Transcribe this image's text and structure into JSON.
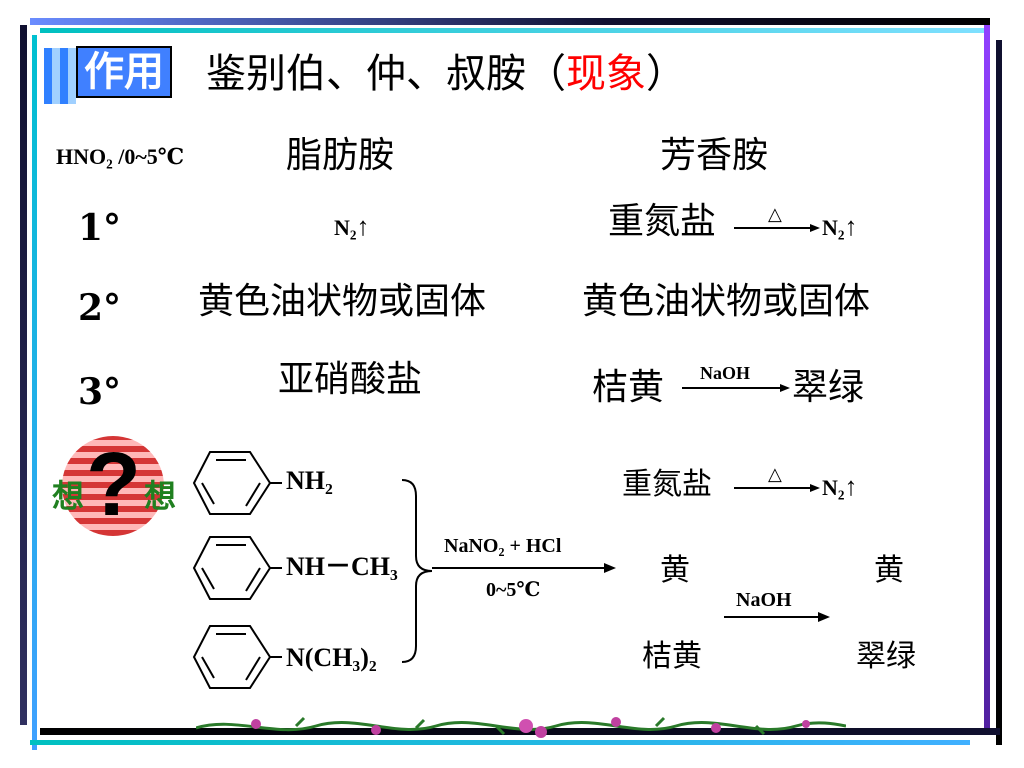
{
  "header": {
    "badge": "作用",
    "title_prefix": "鉴别伯、仲、叔胺（",
    "title_highlight": "现象",
    "title_suffix": "）"
  },
  "table": {
    "reagent": "HNO₂ /0~5℃",
    "col_aliphatic": "脂肪胺",
    "col_aromatic": "芳香胺",
    "rows": [
      {
        "label": "1°",
        "aliphatic": "N₂",
        "aromatic_start": "重氮盐",
        "aromatic_cond": "△",
        "aromatic_end": "N₂"
      },
      {
        "label": "2°",
        "aliphatic": "黄色油状物或固体",
        "aromatic": "黄色油状物或固体"
      },
      {
        "label": "3°",
        "aliphatic": "亚硝酸盐",
        "aromatic_start": "桔黄",
        "aromatic_cond": "NaOH",
        "aromatic_end": "翠绿"
      }
    ]
  },
  "reaction": {
    "think_left": "想",
    "think_right": "想",
    "amine1": "NH₂",
    "amine2": "NH－CH₃",
    "amine3": "N(CH₃)₂",
    "reagent_top": "NaNO₂ + HCl",
    "reagent_bottom": "0~5℃",
    "p1_start": "重氮盐",
    "p1_cond": "△",
    "p1_end": "N₂",
    "p2_left": "黄",
    "p2_right": "黄",
    "p3_cond": "NaOH",
    "p3_left": "桔黄",
    "p3_right": "翠绿"
  },
  "colors": {
    "red": "#ff0000",
    "frame_dark": "#101030",
    "frame_teal": "#00b0b0",
    "frame_purple": "#7030e0"
  }
}
